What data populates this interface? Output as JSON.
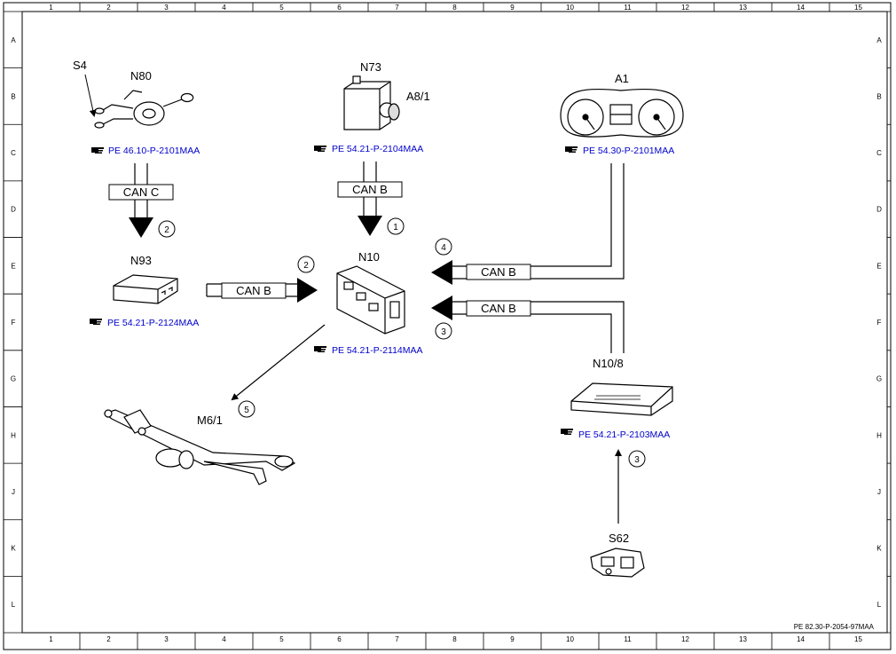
{
  "grid": {
    "columns": [
      "1",
      "2",
      "3",
      "4",
      "5",
      "6",
      "7",
      "8",
      "9",
      "10",
      "11",
      "12",
      "13",
      "14",
      "15"
    ],
    "rows": [
      "A",
      "B",
      "C",
      "D",
      "E",
      "F",
      "G",
      "H",
      "J",
      "K",
      "L"
    ]
  },
  "components": {
    "s4": "S4",
    "n80": "N80",
    "n73": "N73",
    "a8_1": "A8/1",
    "a1": "A1",
    "n93": "N93",
    "n10": "N10",
    "m6_1": "M6/1",
    "n10_8": "N10/8",
    "s62": "S62"
  },
  "references": {
    "n80": "PE 46.10-P-2101MAA",
    "n73": "PE 54.21-P-2104MAA",
    "a1": "PE 54.30-P-2101MAA",
    "n93": "PE 54.21-P-2124MAA",
    "n10": "PE 54.21-P-2114MAA",
    "n10_8": "PE 54.21-P-2103MAA"
  },
  "buses": {
    "can_c": "CAN C",
    "can_b_n73": "CAN B",
    "can_b_n93": "CAN B",
    "can_b_a1": "CAN B",
    "can_b_n10_8": "CAN B"
  },
  "step_numbers": {
    "n80_arrow": "2",
    "n73_arrow": "1",
    "n93_arrow": "2",
    "a1_arrow": "4",
    "n10_8_arrow": "3",
    "m6_1_arrow": "5",
    "s62_arrow": "3"
  },
  "document_code": "PE 82.30-P-2054-97MAA",
  "icons": {
    "reference": "pointing-hand-icon"
  }
}
